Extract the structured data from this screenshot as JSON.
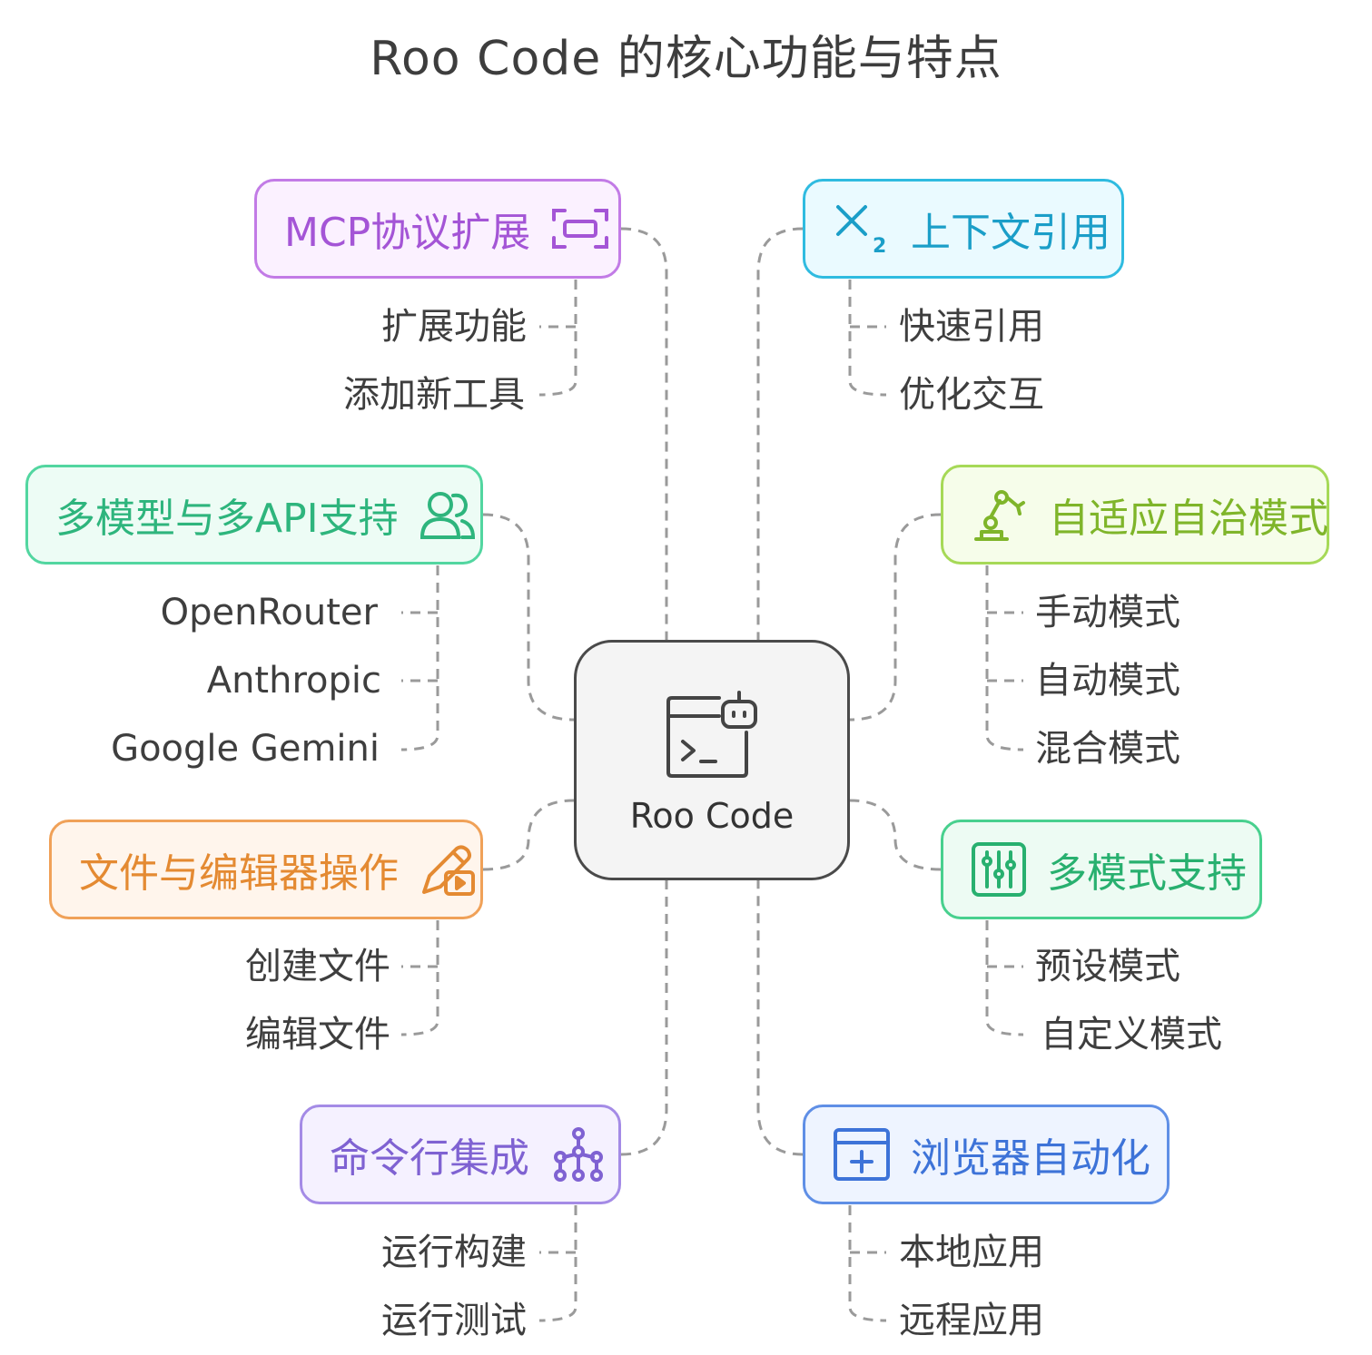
{
  "title": "Roo Code 的核心功能与特点",
  "center": {
    "label": "Roo Code",
    "icon": "terminal-bot-icon"
  },
  "branches": [
    {
      "label": "MCP协议扩展",
      "icon": "frame-brackets-icon",
      "color": "#c27be6",
      "children": [
        "扩展功能",
        "添加新工具"
      ]
    },
    {
      "label": "上下文引用",
      "icon": "subscript-x-icon",
      "color": "#2fbbe0",
      "children": [
        "快速引用",
        "优化交互"
      ]
    },
    {
      "label": "多模型与多API支持",
      "icon": "users-icon",
      "color": "#52d6a0",
      "children": [
        "OpenRouter",
        "Anthropic",
        "Google Gemini"
      ]
    },
    {
      "label": "自适应自治模式",
      "icon": "robot-arm-icon",
      "color": "#a6d957",
      "children": [
        "手动模式",
        "自动模式",
        "混合模式"
      ]
    },
    {
      "label": "文件与编辑器操作",
      "icon": "edit-file-icon",
      "color": "#f0a158",
      "children": [
        "创建文件",
        "编辑文件"
      ]
    },
    {
      "label": "多模式支持",
      "icon": "sliders-icon",
      "color": "#48d08e",
      "children": [
        "预设模式",
        "自定义模式"
      ]
    },
    {
      "label": "命令行集成",
      "icon": "network-icon",
      "color": "#a48be6",
      "children": [
        "运行构建",
        "运行测试"
      ]
    },
    {
      "label": "浏览器自动化",
      "icon": "browser-add-icon",
      "color": "#5f8fe6",
      "children": [
        "本地应用",
        "远程应用"
      ]
    }
  ]
}
